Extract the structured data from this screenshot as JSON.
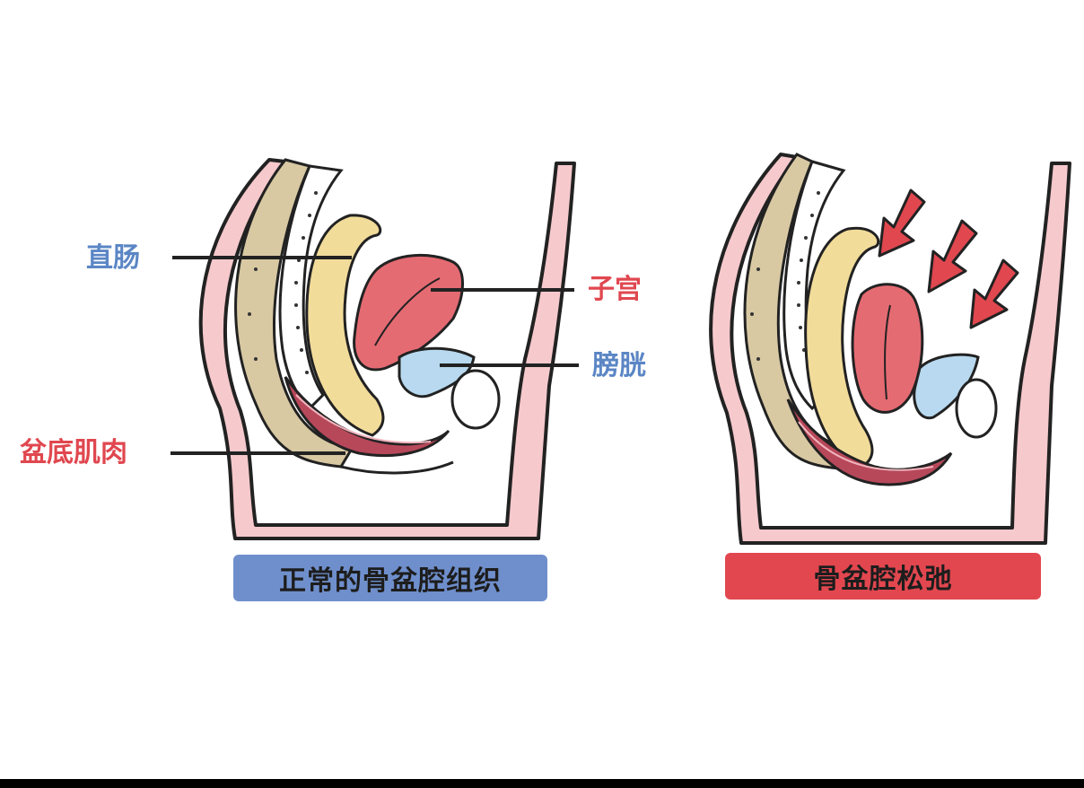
{
  "labels": {
    "rectum": "直肠",
    "uterus": "子宫",
    "bladder": "膀胱",
    "pelvic_floor": "盆底肌肉"
  },
  "captions": {
    "normal": "正常的骨盆腔组织",
    "relaxed": "骨盆腔松弛"
  },
  "colors": {
    "label_blue": "#5b86c5",
    "label_red": "#e0474f",
    "caption_normal_bg": "#6f8fcc",
    "caption_relaxed_bg": "#e2474f",
    "uterus": "#e56b73",
    "bladder": "#b8d9ef",
    "rectum": "#f2dc9a",
    "spine": "#d8c9a3",
    "muscle": "#b7485a",
    "skin": "#f6c9cc",
    "arrow": "#e0474f"
  }
}
